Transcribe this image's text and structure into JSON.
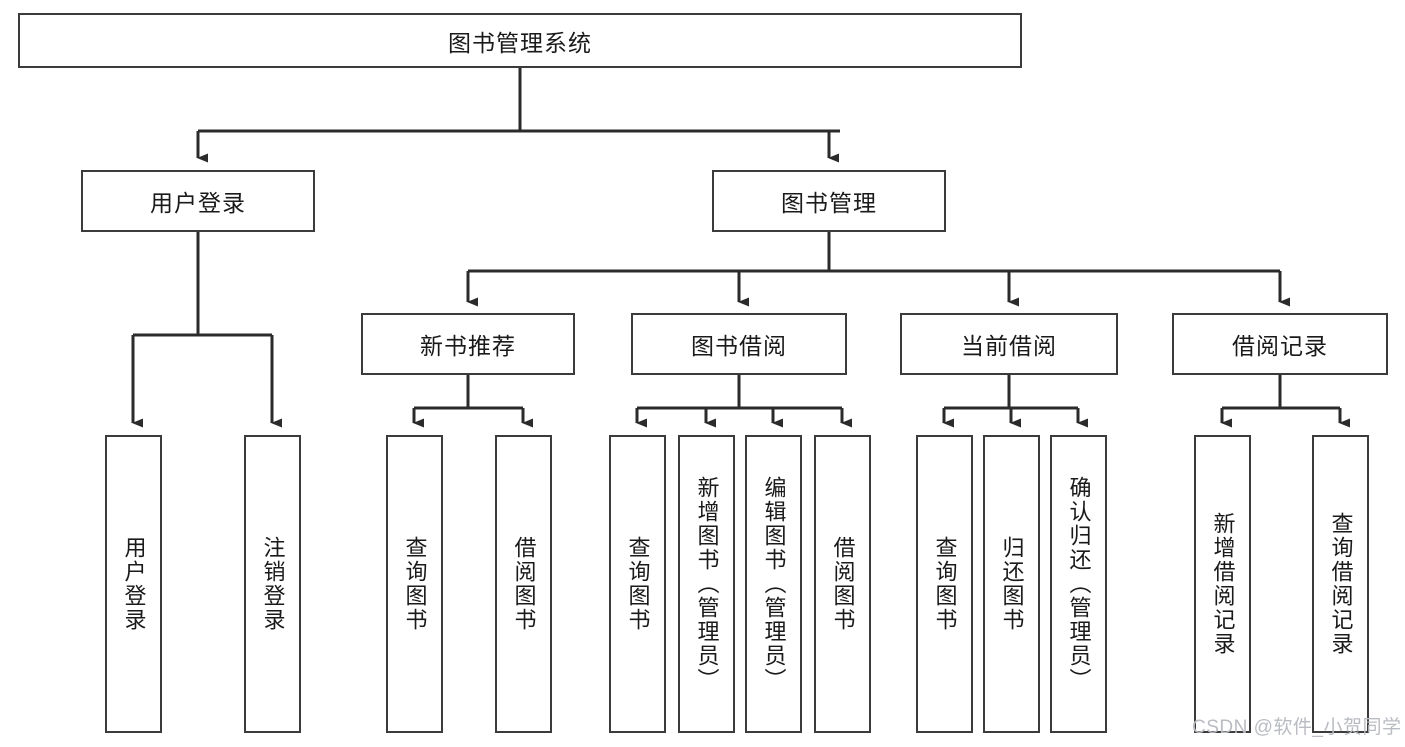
{
  "diagram": {
    "title": "图书管理系统",
    "type": "tree",
    "orientation": "top-down",
    "colors": {
      "box_border": "#3b3b3b",
      "box_fill": "#ffffff",
      "edge": "#2b2b2b",
      "text": "#1a1a1a",
      "watermark": "#b9bcc2",
      "background": "#ffffff"
    },
    "root": {
      "label": "图书管理系统"
    },
    "level2": [
      {
        "label": "用户登录"
      },
      {
        "label": "图书管理"
      }
    ],
    "level3": [
      {
        "label": "新书推荐"
      },
      {
        "label": "图书借阅"
      },
      {
        "label": "当前借阅"
      },
      {
        "label": "借阅记录"
      }
    ],
    "leaves": {
      "user_login": [
        {
          "label": "用户登录"
        },
        {
          "label": "注销登录"
        }
      ],
      "new_book_recommend": [
        {
          "label": "查询图书"
        },
        {
          "label": "借阅图书"
        }
      ],
      "book_borrow": [
        {
          "label": "查询图书"
        },
        {
          "label": "新增图书（管理员）"
        },
        {
          "label": "编辑图书（管理员）"
        },
        {
          "label": "借阅图书"
        }
      ],
      "current_borrow": [
        {
          "label": "查询图书"
        },
        {
          "label": "归还图书"
        },
        {
          "label": "确认归还（管理员）"
        }
      ],
      "borrow_record": [
        {
          "label": "新增借阅记录"
        },
        {
          "label": "查询借阅记录"
        }
      ]
    },
    "watermark": "CSDN @软件_小贺同学"
  }
}
